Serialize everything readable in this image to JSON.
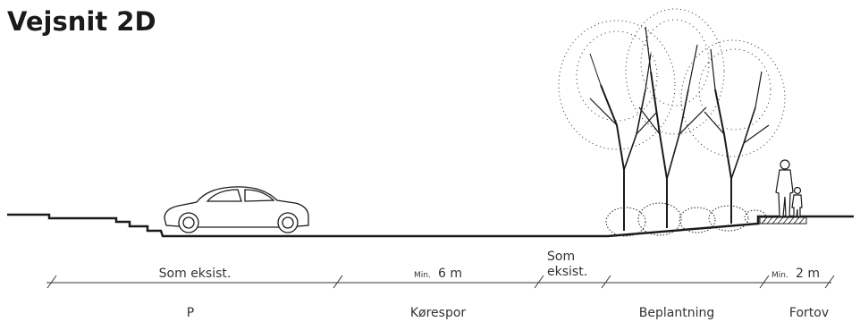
{
  "title": "Vejsnit 2D",
  "dimensions": {
    "parking": {
      "text": "Som eksist."
    },
    "lane": {
      "prefix": "Min.",
      "value": "6 m"
    },
    "existing_line1": "Som",
    "existing_line2": "eksist.",
    "sidewalk": {
      "prefix": "Min.",
      "value": "2 m"
    }
  },
  "zones": {
    "parking": "P",
    "lane": "Kørespor",
    "planting": "Beplantning",
    "sidewalk": "Fortov"
  },
  "colors": {
    "line": "#1a1a1a",
    "text": "#333333",
    "foliage": "#2a2a2a"
  }
}
